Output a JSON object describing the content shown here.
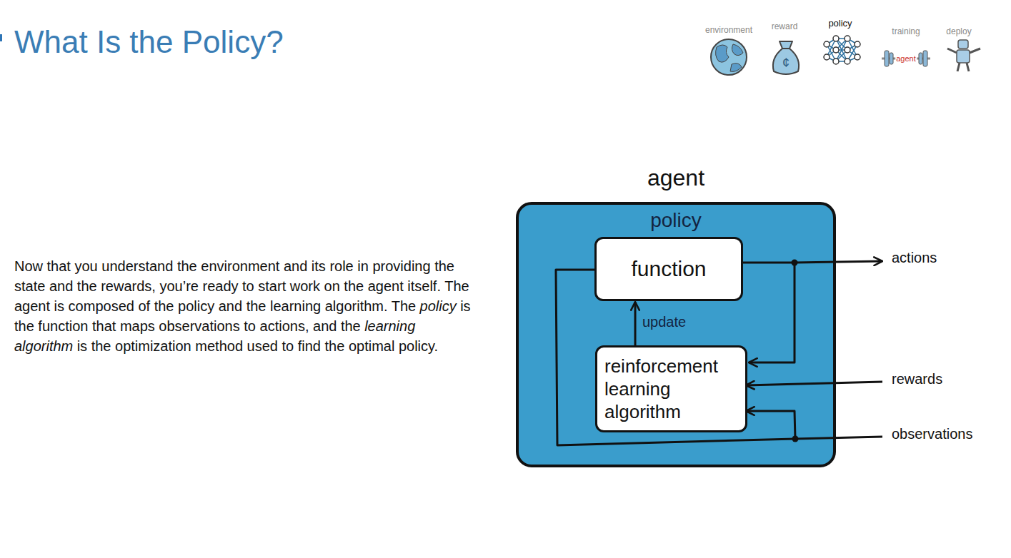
{
  "diagram": {
    "title": "What Is the Policy?",
    "nodes": [
      {
        "text": [
          "agent",
          "policy"
        ]
      },
      {
        "text": [
          "function"
        ],
        "in": 0
      },
      {
        "text": [
          "reinforcement learning algorithm"
        ],
        "in": 0
      }
    ],
    "edges": [
      {
        "from": 2,
        "to": 1,
        "arrow": "to",
        "label": "update"
      },
      {
        "from": 1,
        "to": 2,
        "arrow": "to"
      }
    ],
    "labels": [
      "environment",
      "reward",
      "policy",
      "training",
      "deploy",
      "¢",
      "agent",
      "Now that you understand the environment and its role in providing the state and the rewards, you’re ready to start work on the agent itself. The agent is composed of the policy and the learning algorithm. The",
      "policy",
      "is the function that maps observations to actions, and the",
      "learning algorithm",
      "is the optimization method used to find the optimal policy.",
      "actions",
      "rewards",
      "observations"
    ]
  }
}
